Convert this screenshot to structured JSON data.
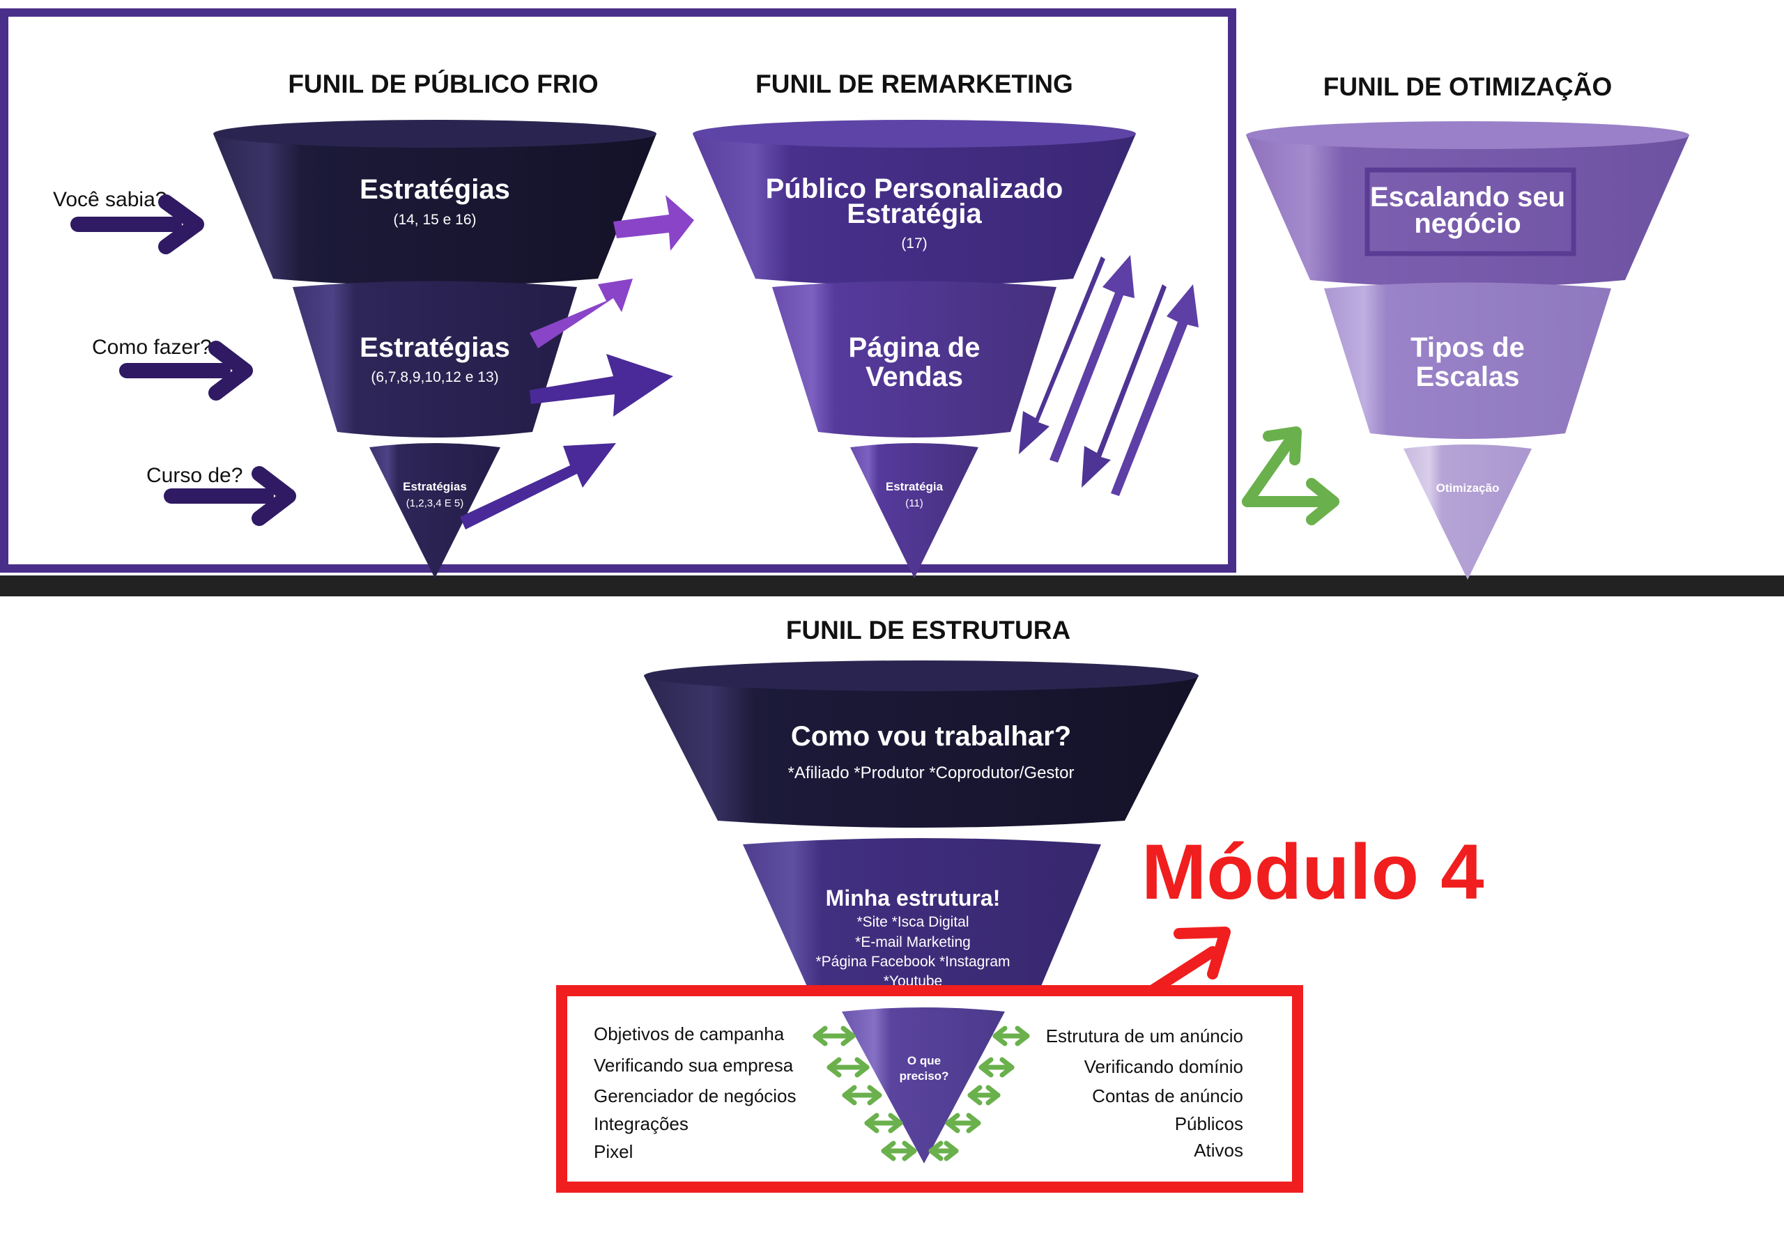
{
  "colors": {
    "frame_purple": "#4a2f8a",
    "dark_navy": "#1c1838",
    "mid_purple": "#3a2a6a",
    "remarketing_purple": "#4d3494",
    "optim_purple": "#8263b0",
    "optim_light": "#b8a6d6",
    "arrow_dark": "#2f1a63",
    "arrow_bright": "#8a44c8",
    "green_arrow": "#6ab04c",
    "red": "#f01e1e",
    "divider": "#222222"
  },
  "funil_frio": {
    "title": "FUNIL DE PÚBLICO FRIO",
    "top": {
      "label": "Estratégias",
      "sub": "(14, 15 e 16)"
    },
    "middle": {
      "label": "Estratégias",
      "sub": "(6,7,8,9,10,12 e 13)"
    },
    "bottom": {
      "label": "Estratégias",
      "sub": "(1,2,3,4 E 5)"
    },
    "questions": [
      "Você sabia?",
      "Como fazer?",
      "Curso de?"
    ]
  },
  "funil_remarketing": {
    "title": "FUNIL DE REMARKETING",
    "top": {
      "line1": "Público Personalizado",
      "line2": "Estratégia",
      "sub": "(17)"
    },
    "middle": {
      "line1": "Página de",
      "line2": "Vendas"
    },
    "bottom": {
      "label": "Estratégia",
      "sub": "(11)"
    }
  },
  "funil_otimizacao": {
    "title": "FUNIL DE OTIMIZAÇÃO",
    "top": {
      "line1": "Escalando seu",
      "line2": "negócio"
    },
    "middle": {
      "line1": "Tipos de",
      "line2": "Escalas"
    },
    "bottom": {
      "label": "Otimização"
    }
  },
  "funil_estrutura": {
    "title": "FUNIL DE ESTRUTURA",
    "top": {
      "label": "Como vou trabalhar?",
      "sub": "*Afiliado *Produtor *Coprodutor/Gestor"
    },
    "middle": {
      "label": "Minha estrutura!",
      "lines": [
        "*Site *Isca Digital",
        "*E-mail Marketing",
        "*Página Facebook *Instagram",
        "*Youtube"
      ]
    },
    "bottom": {
      "line1": "O que",
      "line2": "preciso?"
    },
    "left_items": [
      "Objetivos de campanha",
      "Verificando sua empresa",
      "Gerenciador de negócios",
      "Integrações",
      "Pixel"
    ],
    "right_items": [
      "Estrutura de um anúncio",
      "Verificando domínio",
      "Contas de anúncio",
      "Públicos",
      "Ativos"
    ]
  },
  "modulo_label": "Módulo 4"
}
